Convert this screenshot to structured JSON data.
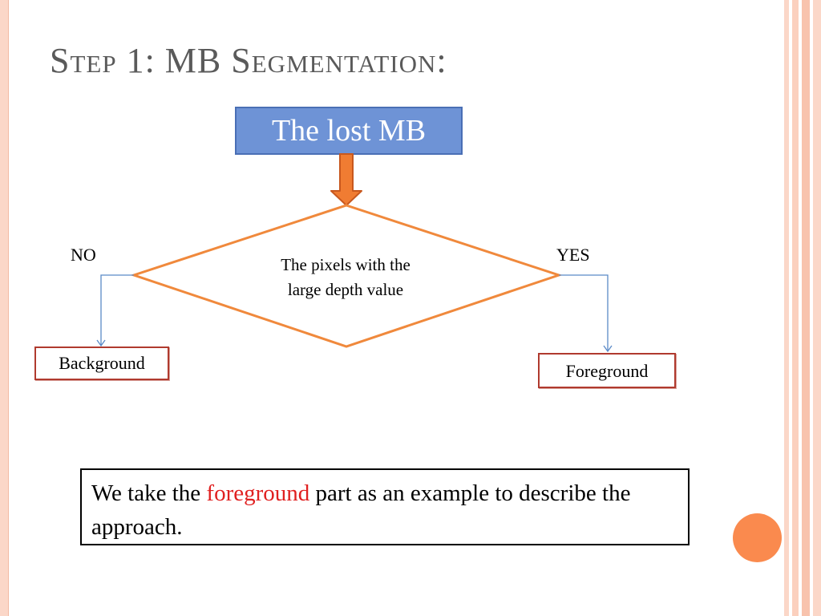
{
  "slide": {
    "title": "Step  1:  MB  Segmentation:"
  },
  "flowchart": {
    "start_label": "The  lost  MB",
    "decision_text_line1": "The pixels with the",
    "decision_text_line2": "large depth value",
    "no_label": "NO",
    "yes_label": "YES",
    "no_outcome": "Background",
    "yes_outcome": "Foreground"
  },
  "note": {
    "text_before": "We take the ",
    "highlight": "foreground",
    "text_after": " part as an example to describe the approach."
  },
  "colors": {
    "start_fill": "#6e93d6",
    "arrow_fill": "#f07c32",
    "diamond_stroke": "#f0893c",
    "connector": "#5b8ac7",
    "outcome_border": "#b03a2e",
    "highlight": "#e02020",
    "accent_circle": "#fa8a4e"
  }
}
